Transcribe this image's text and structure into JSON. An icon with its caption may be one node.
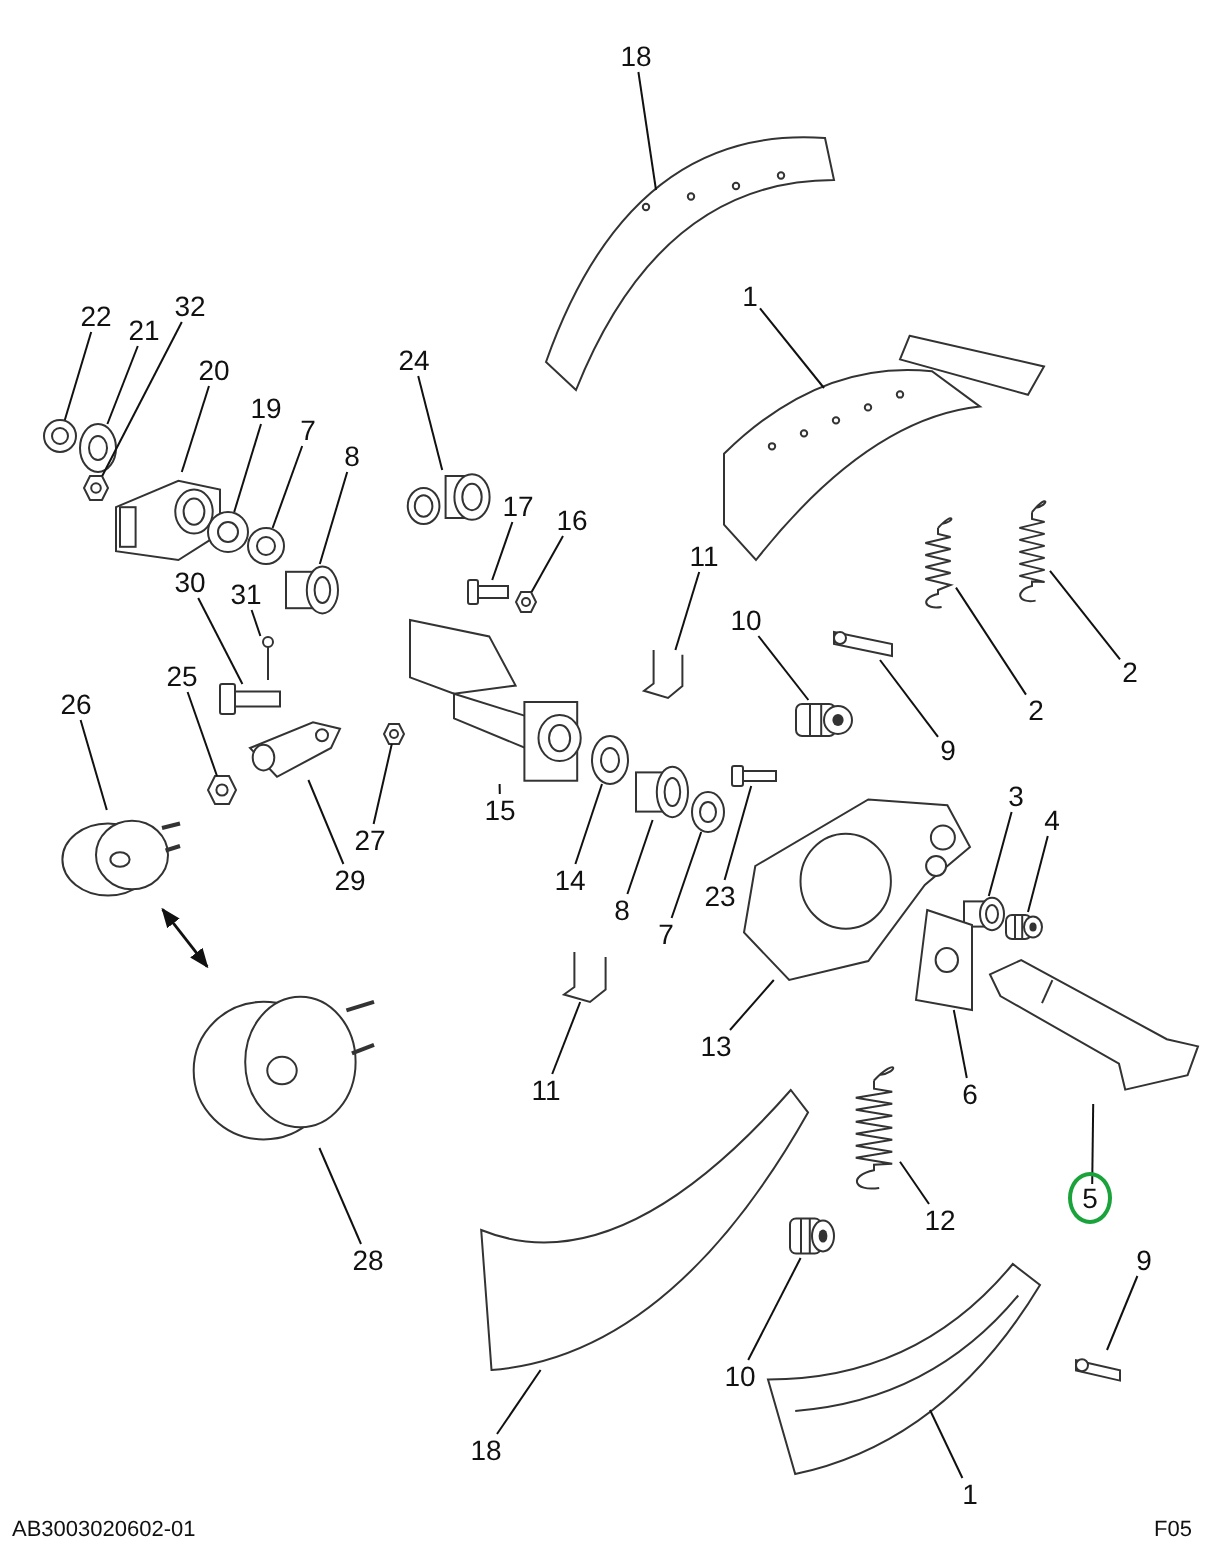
{
  "diagram": {
    "nodes": [
      {
        "text": [
          "18"
        ]
      },
      {
        "text": [],
        "shape": "picture"
      },
      {
        "text": [
          "1"
        ]
      },
      {
        "text": [],
        "shape": "picture"
      },
      {
        "text": [
          "22"
        ]
      },
      {
        "text": [],
        "shape": "picture"
      },
      {
        "text": [
          "21"
        ]
      },
      {
        "text": [],
        "shape": "picture"
      },
      {
        "text": [
          "32"
        ]
      },
      {
        "text": [],
        "shape": "picture"
      },
      {
        "text": [
          "20"
        ]
      },
      {
        "text": [],
        "shape": "picture"
      },
      {
        "text": [
          "19"
        ]
      },
      {
        "text": [],
        "shape": "picture"
      },
      {
        "text": [
          "7"
        ]
      },
      {
        "text": [],
        "shape": "picture"
      },
      {
        "text": [
          "8"
        ]
      },
      {
        "text": [],
        "shape": "picture"
      },
      {
        "text": [
          "24"
        ]
      },
      {
        "text": [],
        "shape": "picture"
      },
      {
        "text": [
          "17"
        ]
      },
      {
        "text": [],
        "shape": "picture"
      },
      {
        "text": [
          "16"
        ]
      },
      {
        "text": [],
        "shape": "picture"
      },
      {
        "text": [
          "30"
        ]
      },
      {
        "text": [],
        "shape": "picture"
      },
      {
        "text": [
          "31"
        ]
      },
      {
        "text": [],
        "shape": "picture"
      },
      {
        "text": [
          "25"
        ]
      },
      {
        "text": [],
        "shape": "picture"
      },
      {
        "text": [
          "26"
        ]
      },
      {
        "text": [],
        "shape": "picture"
      },
      {
        "text": [
          "29"
        ]
      },
      {
        "text": [],
        "shape": "picture"
      },
      {
        "text": [
          "27"
        ]
      },
      {
        "text": [],
        "shape": "picture"
      },
      {
        "text": [
          "15"
        ]
      },
      {
        "text": [],
        "shape": "picture"
      },
      {
        "text": [
          "11"
        ]
      },
      {
        "text": [],
        "shape": "picture"
      },
      {
        "text": [
          "10"
        ]
      },
      {
        "text": [],
        "shape": "picture"
      },
      {
        "text": [
          "9"
        ]
      },
      {
        "text": [],
        "shape": "picture"
      },
      {
        "text": [
          "2"
        ]
      },
      {
        "text": [],
        "shape": "picture"
      },
      {
        "text": [
          "2"
        ]
      },
      {
        "text": [],
        "shape": "picture"
      },
      {
        "text": [
          "14"
        ]
      },
      {
        "text": [],
        "shape": "picture"
      },
      {
        "text": [
          "8"
        ]
      },
      {
        "text": [],
        "shape": "picture"
      },
      {
        "text": [
          "7"
        ]
      },
      {
        "text": [],
        "shape": "picture"
      },
      {
        "text": [
          "23"
        ]
      },
      {
        "text": [],
        "shape": "picture"
      },
      {
        "text": [
          "3"
        ]
      },
      {
        "text": [],
        "shape": "picture"
      },
      {
        "text": [
          "4"
        ]
      },
      {
        "text": [],
        "shape": "picture"
      },
      {
        "text": [
          "13"
        ]
      },
      {
        "text": [],
        "shape": "picture"
      },
      {
        "text": [
          "6"
        ]
      },
      {
        "text": [],
        "shape": "picture"
      },
      {
        "text": [
          "11"
        ]
      },
      {
        "text": [],
        "shape": "picture"
      },
      {
        "text": [
          "5"
        ]
      },
      {
        "text": [],
        "shape": "picture"
      },
      {
        "text": [
          "28"
        ]
      },
      {
        "text": [],
        "shape": "picture"
      },
      {
        "text": [
          "12"
        ]
      },
      {
        "text": [],
        "shape": "picture"
      },
      {
        "text": [
          "9"
        ]
      },
      {
        "text": [],
        "shape": "picture"
      },
      {
        "text": [
          "10"
        ]
      },
      {
        "text": [],
        "shape": "picture"
      },
      {
        "text": [
          "18"
        ]
      },
      {
        "text": [],
        "shape": "picture"
      },
      {
        "text": [
          "1"
        ]
      },
      {
        "text": [],
        "shape": "picture"
      }
    ],
    "edges": [
      {
        "from": 0,
        "to": 1,
        "arrow": "none"
      },
      {
        "from": 2,
        "to": 3,
        "arrow": "none"
      },
      {
        "from": 4,
        "to": 5,
        "arrow": "none"
      },
      {
        "from": 6,
        "to": 7,
        "arrow": "none"
      },
      {
        "from": 8,
        "to": 9,
        "arrow": "none"
      },
      {
        "from": 10,
        "to": 11,
        "arrow": "none"
      },
      {
        "from": 12,
        "to": 13,
        "arrow": "none"
      },
      {
        "from": 14,
        "to": 15,
        "arrow": "none"
      },
      {
        "from": 16,
        "to": 17,
        "arrow": "none"
      },
      {
        "from": 18,
        "to": 19,
        "arrow": "none"
      },
      {
        "from": 20,
        "to": 21,
        "arrow": "none"
      },
      {
        "from": 22,
        "to": 23,
        "arrow": "none"
      },
      {
        "from": 24,
        "to": 25,
        "arrow": "none"
      },
      {
        "from": 26,
        "to": 27,
        "arrow": "none"
      },
      {
        "from": 28,
        "to": 29,
        "arrow": "none"
      },
      {
        "from": 30,
        "to": 31,
        "arrow": "none"
      },
      {
        "from": 32,
        "to": 33,
        "arrow": "none"
      },
      {
        "from": 34,
        "to": 35,
        "arrow": "none"
      },
      {
        "from": 36,
        "to": 37,
        "arrow": "none"
      },
      {
        "from": 38,
        "to": 39,
        "arrow": "none"
      },
      {
        "from": 40,
        "to": 41,
        "arrow": "none"
      },
      {
        "from": 42,
        "to": 43,
        "arrow": "none"
      },
      {
        "from": 44,
        "to": 45,
        "arrow": "none"
      },
      {
        "from": 46,
        "to": 47,
        "arrow": "none"
      },
      {
        "from": 48,
        "to": 49,
        "arrow": "none"
      },
      {
        "from": 50,
        "to": 51,
        "arrow": "none"
      },
      {
        "from": 52,
        "to": 53,
        "arrow": "none"
      },
      {
        "from": 54,
        "to": 55,
        "arrow": "none"
      },
      {
        "from": 56,
        "to": 57,
        "arrow": "none"
      },
      {
        "from": 58,
        "to": 59,
        "arrow": "none"
      },
      {
        "from": 60,
        "to": 61,
        "arrow": "none"
      },
      {
        "from": 62,
        "to": 63,
        "arrow": "none"
      },
      {
        "from": 64,
        "to": 65,
        "arrow": "none"
      },
      {
        "from": 66,
        "to": 67,
        "arrow": "none"
      },
      {
        "from": 68,
        "to": 69,
        "arrow": "none"
      },
      {
        "from": 70,
        "to": 71,
        "arrow": "none"
      },
      {
        "from": 72,
        "to": 73,
        "arrow": "none"
      },
      {
        "from": 74,
        "to": 75,
        "arrow": "none"
      },
      {
        "from": 76,
        "to": 77,
        "arrow": "none"
      },
      {
        "from": 31,
        "to": 69,
        "arrow": "both"
      },
      {
        "from": 78,
        "to": 79,
        "arrow": "none"
      }
    ],
    "labels": [
      "AB3003020602-01",
      "F05"
    ]
  }
}
